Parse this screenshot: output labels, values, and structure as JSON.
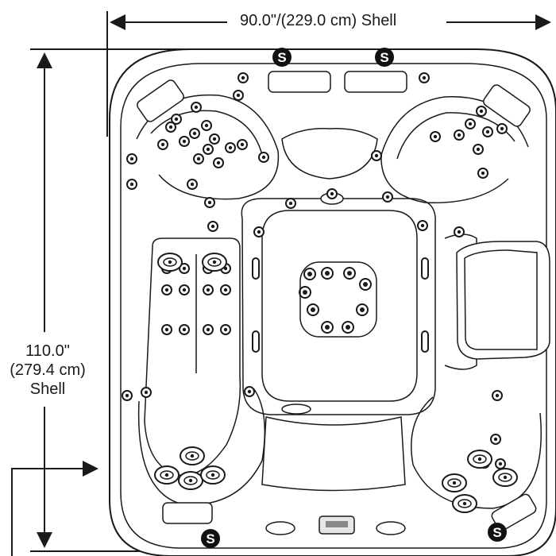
{
  "dimensions": {
    "width": "90.0\"/(229.0 cm) Shell",
    "height_inches": "110.0\"",
    "height_cm": "(279.4 cm)",
    "height_suffix": "Shell"
  },
  "markers": {
    "suction_letter": "S"
  },
  "colors": {
    "line": "#1a1a1a",
    "fill": "#ffffff",
    "marker": "#111111"
  }
}
